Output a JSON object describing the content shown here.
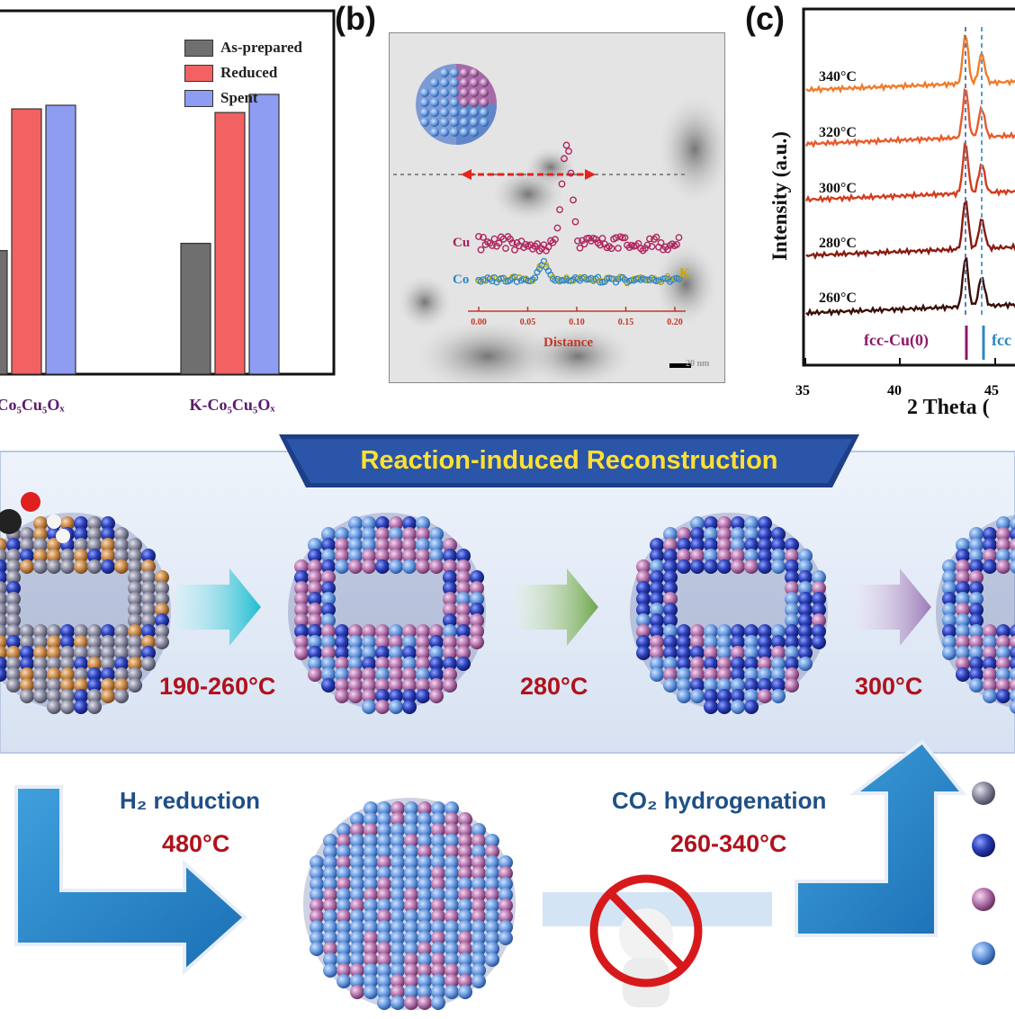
{
  "panels": {
    "a_bar": {
      "legend": [
        "As-prepared",
        "Reduced",
        "Spent"
      ],
      "categories": [
        "Co₅Cu₅Oₓ",
        "K-Co₅Cu₅Oₓ"
      ],
      "colors": {
        "as_prepared": "#6f6f6f",
        "reduced": "#f26262",
        "spent": "#8e9cf2"
      }
    },
    "b": {
      "letter": "(b)",
      "cu_label": "Cu",
      "co_label": "Co",
      "k_label": "K",
      "axis_label": "Distance",
      "ticks": [
        "0.00",
        "0.05",
        "0.10",
        "0.15",
        "0.20"
      ],
      "scale_text": "20 nm"
    },
    "c": {
      "letter": "(c)",
      "ylabel": "Intensity (a.u.)",
      "xlabel": "2 Theta (",
      "xticks": [
        "35",
        "40",
        "45"
      ],
      "temps": [
        "340°C",
        "320°C",
        "300°C",
        "280°C",
        "260°C"
      ],
      "ref_cu": "fcc-Cu(0)",
      "ref_co": "fcc"
    },
    "scheme": {
      "banner": "Reaction-induced Reconstruction",
      "t1": "190-260°C",
      "t2": "280°C",
      "t3": "300°C",
      "h2_label": "H₂ reduction",
      "h2_temp": "480°C",
      "co2_label": "CO₂ hydrogenation",
      "co2_temp": "260-340°C"
    }
  },
  "chart_data": {
    "type": "bar",
    "categories": [
      "Co₅Cu₅Oₓ",
      "K-Co₅Cu₅Oₓ"
    ],
    "series": [
      {
        "name": "As-prepared",
        "values": [
          0.34,
          0.36
        ]
      },
      {
        "name": "Reduced",
        "values": [
          0.73,
          0.72
        ]
      },
      {
        "name": "Spent",
        "values": [
          0.74,
          0.77
        ]
      }
    ]
  }
}
